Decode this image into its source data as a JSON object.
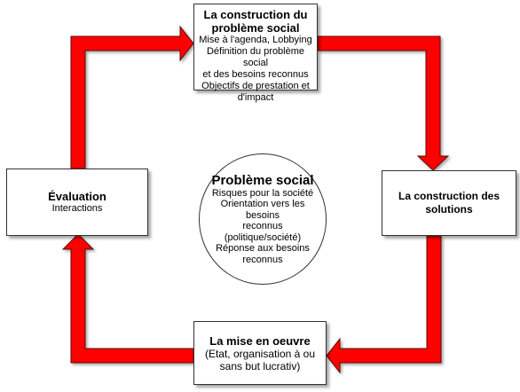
{
  "colors": {
    "arrow_fill": "#ff0000",
    "arrow_stroke": "#5a1010",
    "box_border": "#333333"
  },
  "top_box": {
    "title": "La construction du problème social",
    "lines": [
      "Mise à l'agenda, Lobbying",
      "Définition du problème social",
      "et des besoins reconnus",
      "Objectifs de prestation et",
      "d'impact"
    ]
  },
  "right_box": {
    "title": "La construction des solutions"
  },
  "bottom_box": {
    "title": "La mise en oeuvre",
    "lines": [
      "(Etat, organisation à ou",
      "sans but lucrativ)"
    ]
  },
  "left_box": {
    "title": "Évaluation",
    "lines": [
      "Interactions"
    ]
  },
  "center": {
    "title": "Problème social",
    "lines": [
      "Risques pour la société",
      "Orientation vers les besoins",
      "reconnus (politique/société)",
      "Réponse aux besoins",
      "reconnus"
    ]
  }
}
